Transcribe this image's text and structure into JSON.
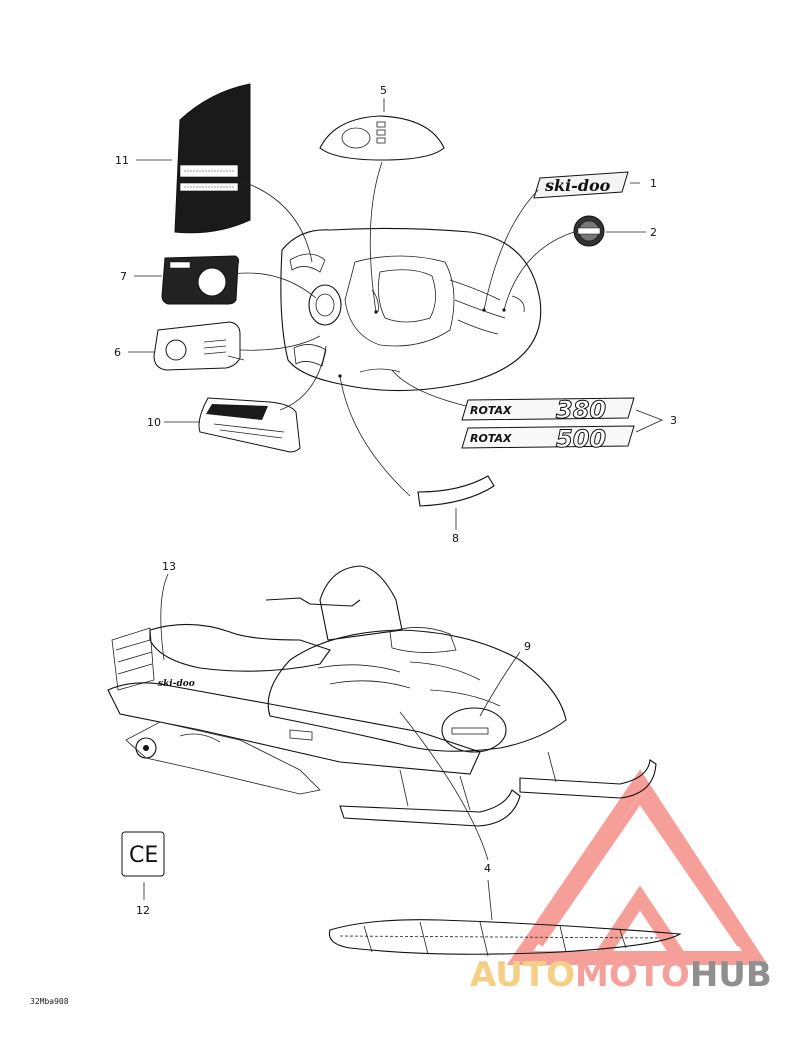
{
  "diagram": {
    "callouts": [
      {
        "id": "1",
        "text": "1"
      },
      {
        "id": "2",
        "text": "2"
      },
      {
        "id": "3",
        "text": "3"
      },
      {
        "id": "4",
        "text": "4"
      },
      {
        "id": "5",
        "text": "5"
      },
      {
        "id": "6",
        "text": "6"
      },
      {
        "id": "7",
        "text": "7"
      },
      {
        "id": "8",
        "text": "8"
      },
      {
        "id": "9",
        "text": "9"
      },
      {
        "id": "10",
        "text": "10"
      },
      {
        "id": "11",
        "text": "11"
      },
      {
        "id": "12",
        "text": "12"
      },
      {
        "id": "13",
        "text": "13"
      }
    ],
    "decals": {
      "brand": "ski-doo",
      "rotax_word": "ROTAX",
      "rotax_380": "380",
      "rotax_500": "500",
      "ce_mark": "CE",
      "side_brand": "ski-doo"
    },
    "drawing_code": "32Mba908"
  },
  "watermark": {
    "part1": "AUTO",
    "part2": "MOTO",
    "part3": "HUB",
    "colors": {
      "auto": "#f6cf86",
      "moto": "#f5a09a",
      "hub": "#8f8f8f",
      "triangle": "#f47f78"
    }
  }
}
